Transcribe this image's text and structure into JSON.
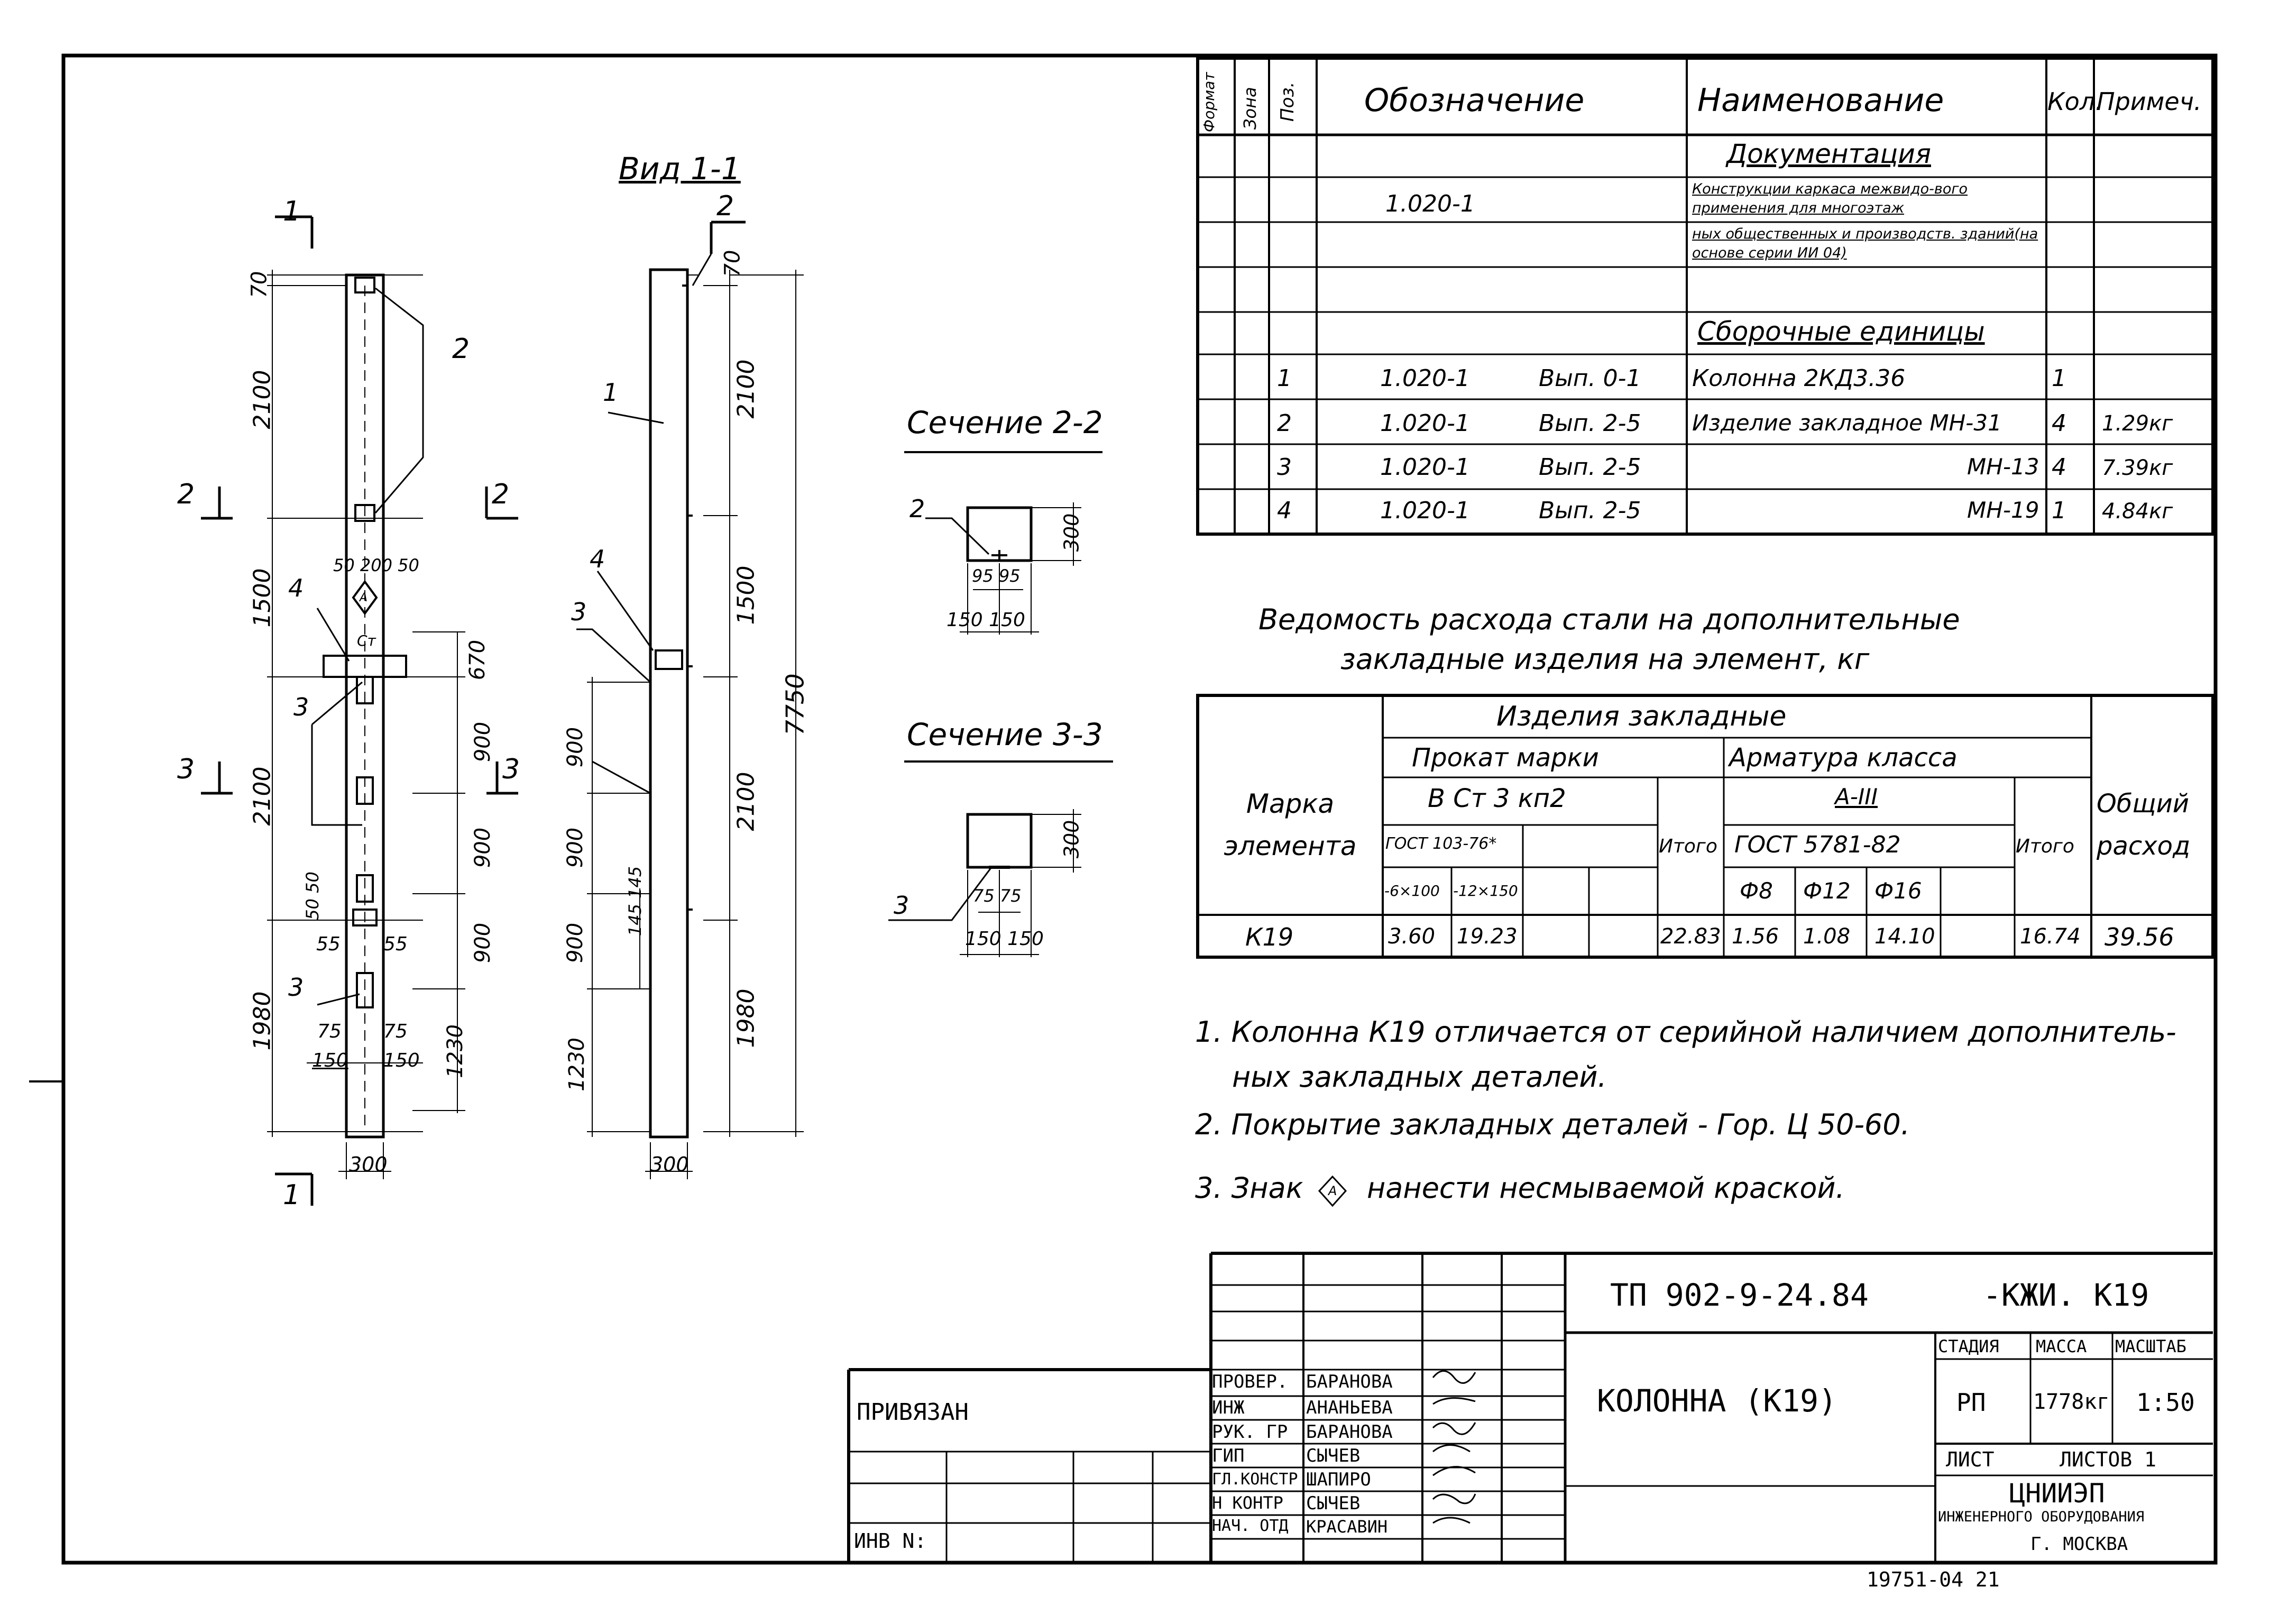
{
  "drawing": {
    "view_title": "Вид 1-1",
    "section_22_title": "Сечение 2-2",
    "section_33_title": "Сечение 3-3",
    "sec_marks": [
      "1",
      "2",
      "3"
    ],
    "pos_labels": [
      "1",
      "2",
      "3",
      "4"
    ],
    "front": {
      "dims_left": [
        "70",
        "2100",
        "1500",
        "2100",
        "1980"
      ],
      "dims_right": [
        "670",
        "900",
        "900",
        "900",
        "1230"
      ],
      "top_dims": "50 200 50",
      "side_dims": [
        "50 50",
        "55",
        "55",
        "75",
        "75",
        "150",
        "150"
      ],
      "width": "300",
      "sign": "А",
      "sign_small": "Ст"
    },
    "side": {
      "dims_left": [
        "900",
        "900",
        "900",
        "1230"
      ],
      "dims_small": "145 145",
      "dims_right": [
        "70",
        "2100",
        "1500",
        "2100",
        "1980"
      ],
      "total": "7750",
      "width": "300"
    },
    "sec22": {
      "h": "300",
      "a": "95 95",
      "b": "150 150"
    },
    "sec33": {
      "h": "300",
      "a": "75 75",
      "b": "150 150"
    }
  },
  "spec": {
    "headers": [
      "Формат",
      "Зона",
      "Поз.",
      "Обозначение",
      "Наименование",
      "Кол.",
      "Примеч."
    ],
    "rows": [
      {
        "pos": "",
        "des": "",
        "ver": "",
        "name": "Документация",
        "qty": "",
        "note": ""
      },
      {
        "pos": "",
        "des": "1.020-1",
        "ver": "",
        "name": "Конструкции каркаса межвидо-вого применения для многоэтаж",
        "qty": "",
        "note": ""
      },
      {
        "pos": "",
        "des": "",
        "ver": "",
        "name": "ных общественных и производств. зданий(на основе серии ИИ 04)",
        "qty": "",
        "note": ""
      },
      {
        "pos": "",
        "des": "",
        "ver": "",
        "name": "",
        "qty": "",
        "note": ""
      },
      {
        "pos": "",
        "des": "",
        "ver": "",
        "name": "Сборочные единицы",
        "qty": "",
        "note": ""
      },
      {
        "pos": "1",
        "des": "1.020-1",
        "ver": "Вып. 0-1",
        "name": "Колонна 2КД3.36",
        "qty": "1",
        "note": ""
      },
      {
        "pos": "2",
        "des": "1.020-1",
        "ver": "Вып. 2-5",
        "name": "Изделие закладное МН-31",
        "qty": "4",
        "note": "1.29кг"
      },
      {
        "pos": "3",
        "des": "1.020-1",
        "ver": "Вып. 2-5",
        "name": "МН-13",
        "qty": "4",
        "note": "7.39кг"
      },
      {
        "pos": "4",
        "des": "1.020-1",
        "ver": "Вып. 2-5",
        "name": "МН-19",
        "qty": "1",
        "note": "4.84кг"
      }
    ]
  },
  "steel": {
    "title_line1": "Ведомость расхода стали на дополнительные",
    "title_line2": "закладные изделия на элемент, кг",
    "h_mark": "Марка элемента",
    "h_group": "Изделия закладные",
    "h_rolled": "Прокат марки",
    "h_rolled_grade": "В Ст 3 кп2",
    "h_rolled_gost": "ГОСТ 103-76*",
    "h_sizes": [
      "-6×100",
      "-12×150"
    ],
    "h_total": "Итого",
    "h_rebar": "Арматура класса",
    "h_rebar_class": "А-III",
    "h_rebar_gost": "ГОСТ 5781-82",
    "h_diams": [
      "Ф8",
      "Ф12",
      "Ф16"
    ],
    "h_overall": "Общий расход",
    "row": {
      "mark": "К19",
      "r1": "3.60",
      "r2": "19.23",
      "rt": "22.83",
      "d8": "1.56",
      "d12": "1.08",
      "d16": "14.10",
      "at": "16.74",
      "all": "39.56"
    }
  },
  "notes": [
    "1. Колонна К19 отличается от серийной наличием дополнитель-",
    "ных закладных деталей.",
    "2. Покрытие закладных деталей - Гор. Ц 50-60.",
    "3. Знак",
    "нанести несмываемой краской."
  ],
  "title_block": {
    "doc_code": "ТП 902-9-24.84",
    "doc_suffix": "-КЖИ. К19",
    "name": "КОЛОННА (К19)",
    "stage_h": "СТАДИЯ",
    "mass_h": "МАССА",
    "scale_h": "МАСШТАБ",
    "stage": "РП",
    "mass": "1778кг",
    "scale": "1:50",
    "sheet": "ЛИСТ",
    "sheets": "ЛИСТОВ 1",
    "org1": "ЦНИИЭП",
    "org2": "ИНЖЕНЕРНОГО ОБОРУДОВАНИЯ",
    "org3": "Г. МОСКВА",
    "signers": [
      {
        "role": "ПРОВЕР.",
        "name": "БАРАНОВА"
      },
      {
        "role": "ИНЖ",
        "name": "АНАНЬЕВА"
      },
      {
        "role": "РУК. ГР",
        "name": "БАРАНОВА"
      },
      {
        "role": "ГИП",
        "name": "СЫЧЕВ"
      },
      {
        "role": "ГЛ.КОНСТР",
        "name": "ШАПИРО"
      },
      {
        "role": "Н КОНТР",
        "name": "СЫЧЕВ"
      },
      {
        "role": "НАЧ. ОТД",
        "name": "КРАСАВИН"
      }
    ],
    "privyazan": "ПРИВЯЗАН",
    "inv": "ИНВ N:",
    "footer_num": "19751-04 21"
  }
}
